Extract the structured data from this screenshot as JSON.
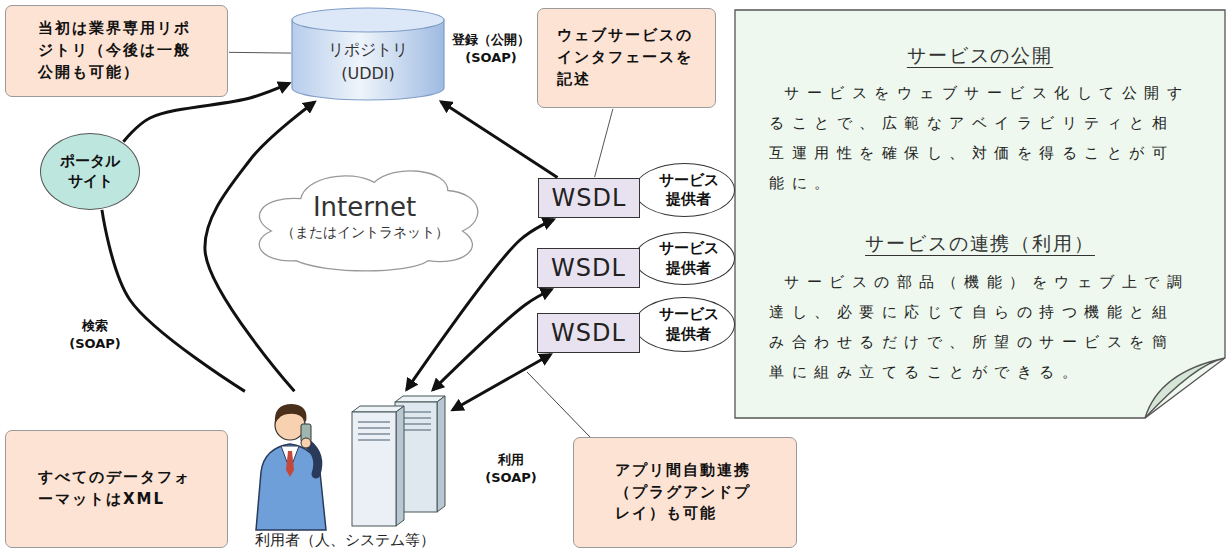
{
  "diagram": {
    "nodes": [
      {
        "text": [
          "当初は業界専用リポジトリ（今後は一般公開も可能）"
        ]
      },
      {
        "text": [
          "リポジトリ (UDDI)"
        ]
      },
      {
        "text": [
          "ウェブサービスのインタフェースを記述"
        ]
      },
      {
        "text": [
          "サービスの公開",
          "サービスをウェブサービス化して公開することで、広範なアベイラビリティと相互運用性を確保し、対価を得ることが可能に。",
          "サービスの連携（利用）",
          "サービスの部品（機能）をウェブ上で調達し、必要に応じて自らの持つ機能と組み合わせるだけで、所望のサービスを簡単に組み立てることができる。"
        ]
      },
      {
        "text": [
          "ポータルサイト"
        ]
      },
      {
        "text": [
          "Internet",
          "（またはイントラネット）"
        ]
      },
      {
        "text": [
          "WSDL"
        ]
      },
      {
        "text": [
          "サービス提供者"
        ]
      },
      {
        "text": [
          "WSDL"
        ]
      },
      {
        "text": [
          "サービス提供者"
        ]
      },
      {
        "text": [
          "WSDL"
        ]
      },
      {
        "text": [
          "サービス提供者"
        ]
      },
      {
        "text": [
          "利用者（人、システム等）"
        ]
      },
      {
        "text": [
          "すべてのデータフォーマットはXML"
        ]
      },
      {
        "text": [
          "アプリ間自動連携（プラグアンドプレイ）も可能"
        ]
      }
    ],
    "edges": [
      {
        "from": 0,
        "to": 1,
        "arrow": "none"
      },
      {
        "from": 2,
        "to": 6,
        "arrow": "none"
      },
      {
        "from": 6,
        "to": 1,
        "arrow": "to",
        "label": "登録（公開） (SOAP)"
      },
      {
        "from": 12,
        "to": 4,
        "arrow": "none",
        "label": "検索 (SOAP)"
      },
      {
        "from": 4,
        "to": 1,
        "arrow": "to"
      },
      {
        "from": 12,
        "to": 1,
        "arrow": "to"
      },
      {
        "from": 12,
        "to": 6,
        "arrow": "both"
      },
      {
        "from": 12,
        "to": 8,
        "arrow": "both"
      },
      {
        "from": 12,
        "to": 10,
        "arrow": "both",
        "label": "利用 (SOAP)"
      }
    ]
  }
}
